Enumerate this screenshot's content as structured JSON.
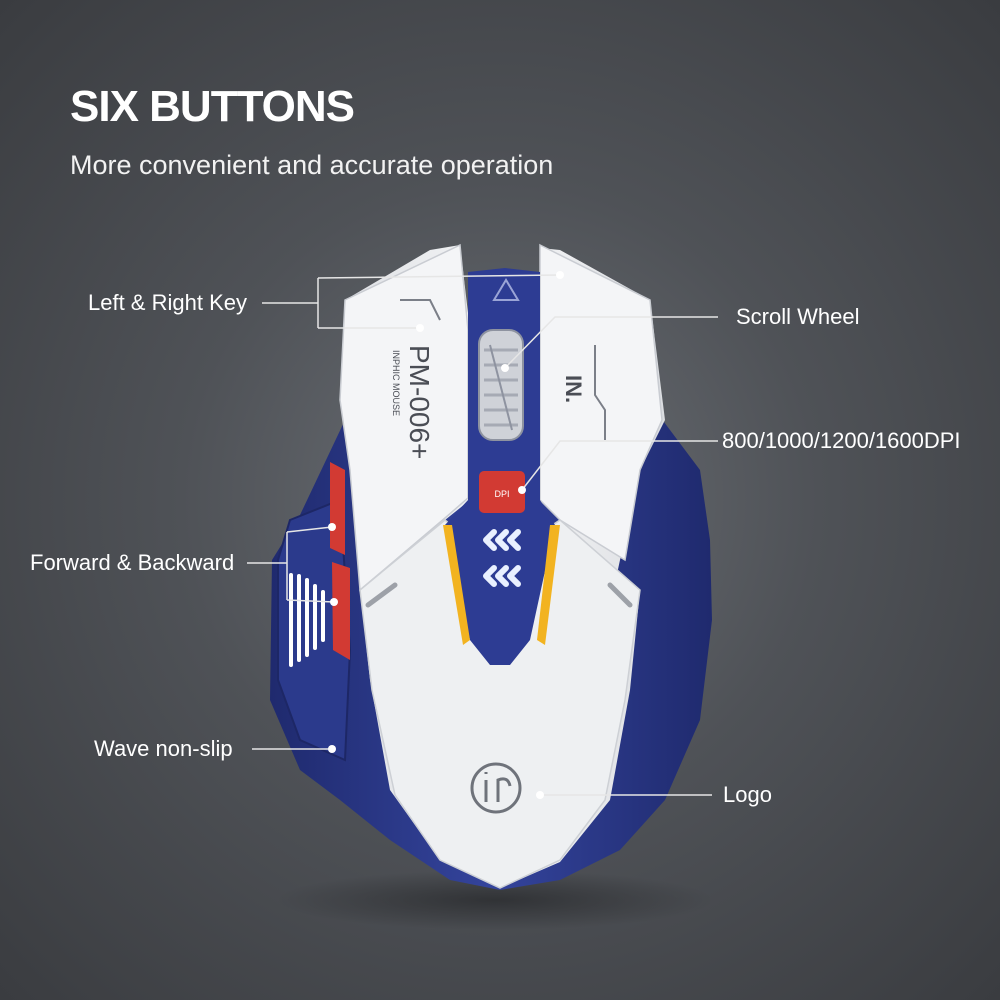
{
  "header": {
    "title": "SIX BUTTONS",
    "subtitle": "More convenient and accurate operation"
  },
  "callouts": {
    "left_right_key": "Left & Right Key",
    "scroll_wheel": "Scroll Wheel",
    "dpi": "800/1000/1200/1600DPI",
    "forward_backward": "Forward & Backward",
    "wave_non_slip": "Wave non-slip",
    "logo": "Logo"
  },
  "mouse": {
    "model_text": "PM-006+",
    "brand_small": "INPHIC MOUSE",
    "side_mark": "IN.",
    "dpi_label": "DPI",
    "colors": {
      "shell": "#f1f2f4",
      "body": "#2c3a8c",
      "accent_red": "#d23a33",
      "accent_yellow": "#f2b320"
    }
  }
}
